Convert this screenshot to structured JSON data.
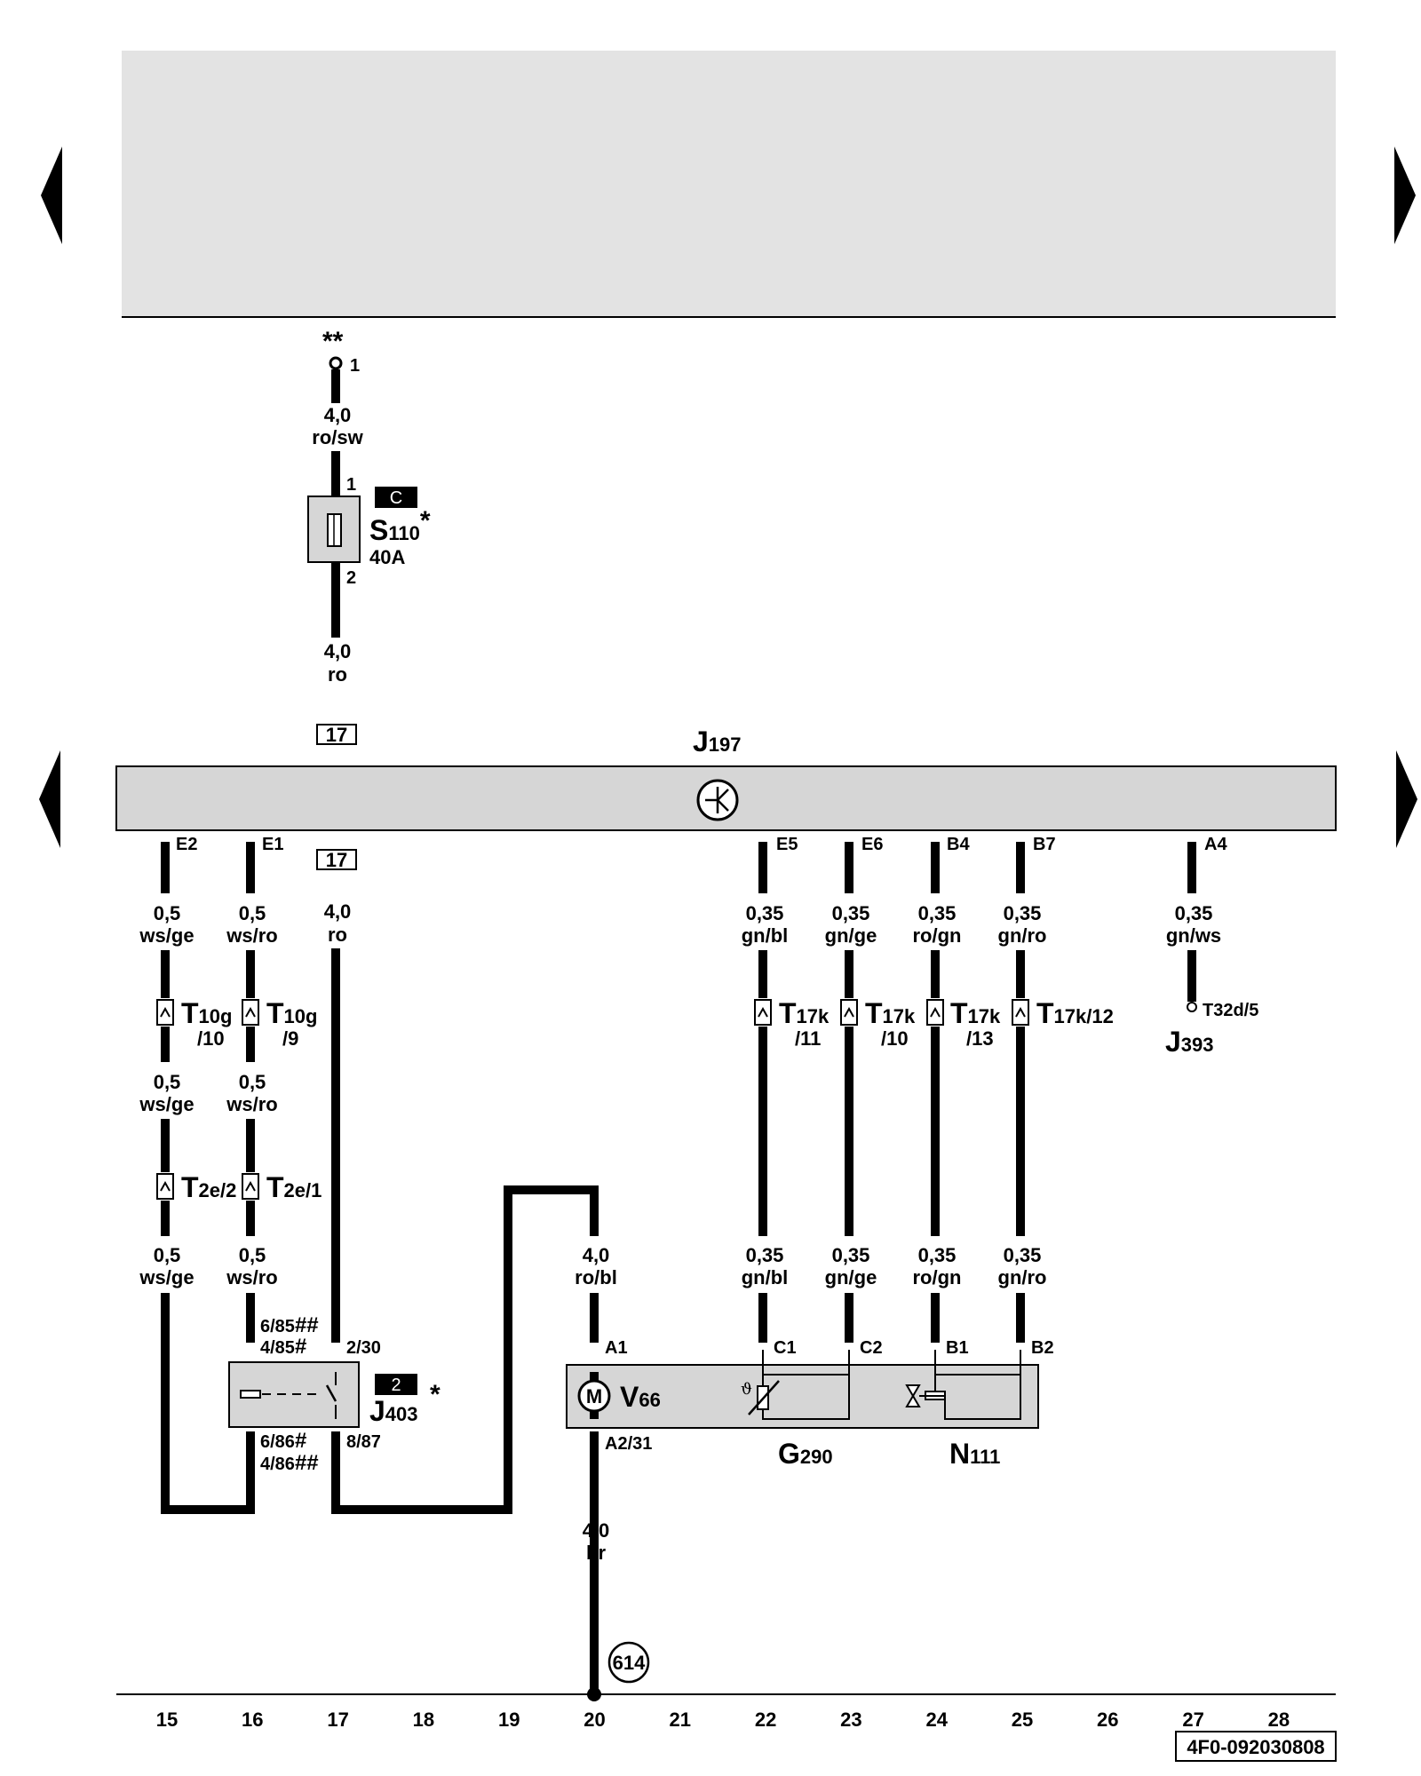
{
  "diagram": {
    "doc_code": "4F0-092030808",
    "column_numbers": [
      "15",
      "16",
      "17",
      "18",
      "19",
      "20",
      "21",
      "22",
      "23",
      "24",
      "25",
      "26",
      "27",
      "28"
    ],
    "markers": {
      "double_star": "**",
      "star": "*",
      "hash": "#",
      "double_hash": "##"
    },
    "fuse": {
      "name": "S",
      "sub": "110",
      "rating": "40A",
      "flag": "C",
      "pin_top": "1",
      "pin_bottom": "2",
      "feed_pin": "1"
    },
    "wire_top": {
      "size": "4,0",
      "color": "ro/sw"
    },
    "wire_fuse_out": {
      "size": "4,0",
      "color": "ro"
    },
    "ref_box": "17",
    "module": {
      "name": "J",
      "sub": "197",
      "pins": [
        "E2",
        "E1",
        "E5",
        "E6",
        "B4",
        "B7",
        "A4"
      ]
    },
    "wires_left": [
      {
        "size": "0,5",
        "color": "ws/ge"
      },
      {
        "size": "0,5",
        "color": "ws/ro"
      },
      {
        "size": "4,0",
        "color": "ro"
      }
    ],
    "wires_right": [
      {
        "size": "0,35",
        "color": "gn/bl"
      },
      {
        "size": "0,35",
        "color": "gn/ge"
      },
      {
        "size": "0,35",
        "color": "ro/gn"
      },
      {
        "size": "0,35",
        "color": "gn/ro"
      },
      {
        "size": "0,35",
        "color": "gn/ws"
      }
    ],
    "connectors_t10g": [
      {
        "name": "T",
        "sub": "10g",
        "pin": "/10"
      },
      {
        "name": "T",
        "sub": "10g",
        "pin": "/9"
      }
    ],
    "connectors_t2e": [
      {
        "name": "T",
        "sub": "2e/2"
      },
      {
        "name": "T",
        "sub": "2e/1"
      }
    ],
    "connectors_t17k": [
      {
        "name": "T",
        "sub": "17k",
        "pin": "/11"
      },
      {
        "name": "T",
        "sub": "17k",
        "pin": "/10"
      },
      {
        "name": "T",
        "sub": "17k",
        "pin": "/13"
      },
      {
        "name": "T",
        "sub": "17k/12",
        "pin": ""
      }
    ],
    "j393": {
      "name": "J",
      "sub": "393",
      "pin": "T32d/5"
    },
    "relay": {
      "name": "J",
      "sub": "403",
      "flag": "2",
      "pin_6_85": "6/85",
      "pin_4_85": "4/85",
      "pin_2_30": "2/30",
      "pin_6_86": "6/86",
      "pin_4_86": "4/86",
      "pin_8_87": "8/87"
    },
    "wire_motor_in": {
      "size": "4,0",
      "color": "ro/bl"
    },
    "wire_motor_out": {
      "size": "4,0",
      "color": "br"
    },
    "pump": {
      "motor_name": "V",
      "motor_sub": "66",
      "motor_symbol": "M",
      "pins_top": [
        "A1",
        "C1",
        "C2",
        "B1",
        "B2"
      ],
      "pin_bottom": "A2/31",
      "sensor_name": "G",
      "sensor_sub": "290",
      "valve_name": "N",
      "valve_sub": "111"
    },
    "ground_point": "614"
  }
}
